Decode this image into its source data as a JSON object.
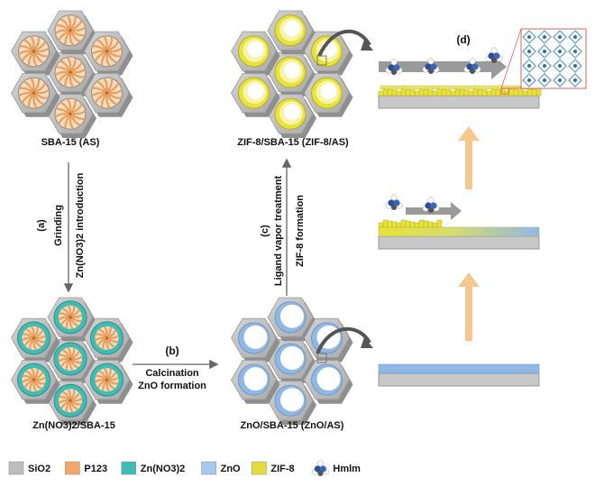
{
  "labels": {
    "sba15_as": "SBA-15 (AS)",
    "zif8_sba15": "ZIF-8/SBA-15 (ZIF-8/AS)",
    "zn_no3_sba15": "Zn(NO3)2/SBA-15",
    "zno_sba15": "ZnO/SBA-15 (ZnO/AS)"
  },
  "steps": {
    "a": {
      "tag": "(a)",
      "line1": "Grinding",
      "line2": "Zn(NO3)2 introduction"
    },
    "b": {
      "tag": "(b)",
      "line1": "Calcination",
      "line2": "ZnO formation"
    },
    "c": {
      "tag": "(c)",
      "line1": "Ligand vapor treatment",
      "line2": "ZIF-8 formation"
    },
    "d": {
      "tag": "(d)"
    }
  },
  "legend": [
    {
      "label": "SiO2",
      "color": "#bdbdbd"
    },
    {
      "label": "P123",
      "color": "#f2a86a"
    },
    {
      "label": "Zn(NO3)2",
      "color": "#3fbdb5"
    },
    {
      "label": "ZnO",
      "color": "#a8c8ec"
    },
    {
      "label": "ZIF-8",
      "color": "#e3dc3c"
    },
    {
      "label": "Hmlm",
      "color": "#3a66b8"
    }
  ],
  "colors": {
    "silica": "#bdbdbd",
    "silica_dark": "#8f8f8f",
    "p123": "#e9a05e",
    "zn_nitrate": "#3fbdb5",
    "zno": "#8fb8e6",
    "zif8": "#e8e23a",
    "arrow_orange": "#f8c98f",
    "substrate": "#c8c8c8"
  }
}
